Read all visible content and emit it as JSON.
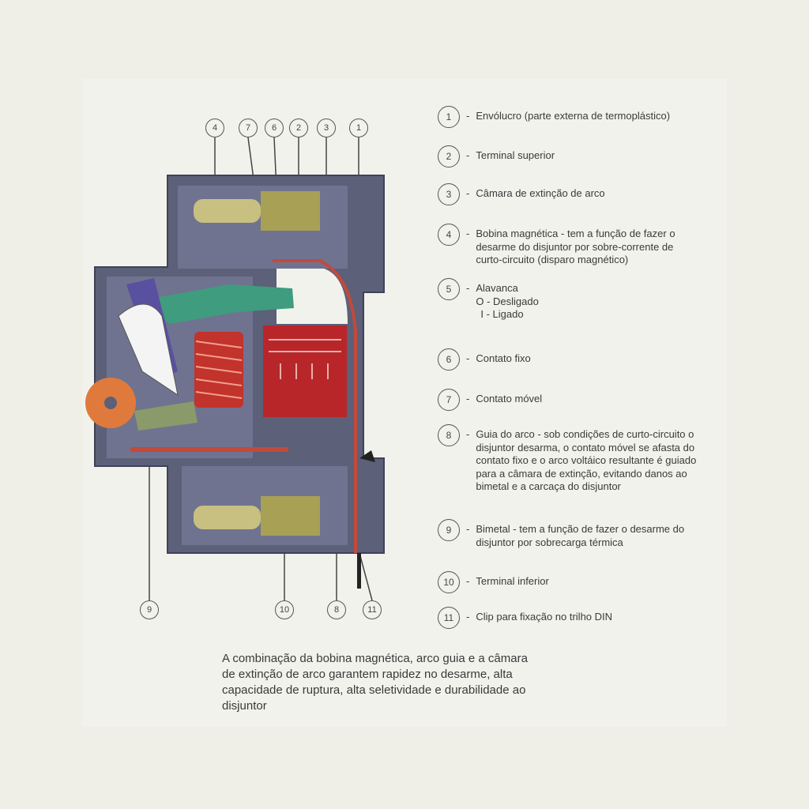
{
  "legend": [
    {
      "num": "1",
      "lines": [
        "Envólucro (parte externa de termoplástico)"
      ]
    },
    {
      "num": "2",
      "lines": [
        "Terminal superior"
      ]
    },
    {
      "num": "3",
      "lines": [
        "Câmara de extinção de arco"
      ]
    },
    {
      "num": "4",
      "lines": [
        "Bobina magnética - tem a função de fazer o",
        "desarme do disjuntor por sobre-corrente de",
        "curto-circuito (disparo magnético)"
      ]
    },
    {
      "num": "5",
      "lines": [
        "Alavanca",
        "O - Desligado",
        "I - Ligado"
      ]
    },
    {
      "num": "6",
      "lines": [
        "Contato fixo"
      ]
    },
    {
      "num": "7",
      "lines": [
        "Contato móvel"
      ]
    },
    {
      "num": "8",
      "lines": [
        "Guia do arco - sob condições de curto-circuito o",
        "disjuntor desarma, o contato móvel se afasta do",
        "contato fixo e o arco voltáico resultante é guiado",
        "para a câmara de extinção, evitando danos ao",
        "bimetal e a carcaça do disjuntor"
      ]
    },
    {
      "num": "9",
      "lines": [
        "Bimetal - tem a função de fazer o desarme do",
        "disjuntor por sobrecarga térmica"
      ]
    },
    {
      "num": "10",
      "lines": [
        "Terminal inferior"
      ]
    },
    {
      "num": "11",
      "lines": [
        "Clip para fixação no trilho DIN"
      ]
    }
  ],
  "callouts_top": [
    "4",
    "7",
    "6",
    "2",
    "3",
    "1"
  ],
  "callouts_bottom": [
    "9",
    "10",
    "8",
    "11"
  ],
  "paragraph": [
    "A combinação da bobina magnética, arco guia e a câmara",
    "de extinção de arco garantem rapidez no desarme, alta",
    "capacidade de ruptura, alta seletividade e durabilidade ao",
    "disjuntor"
  ],
  "colors": {
    "case": "#5c6079",
    "coil": "#c2332b",
    "chamber": "#b8262a",
    "lever": "#e07a3c",
    "contact": "#3f9c7e",
    "terminal": "#a8a055"
  }
}
